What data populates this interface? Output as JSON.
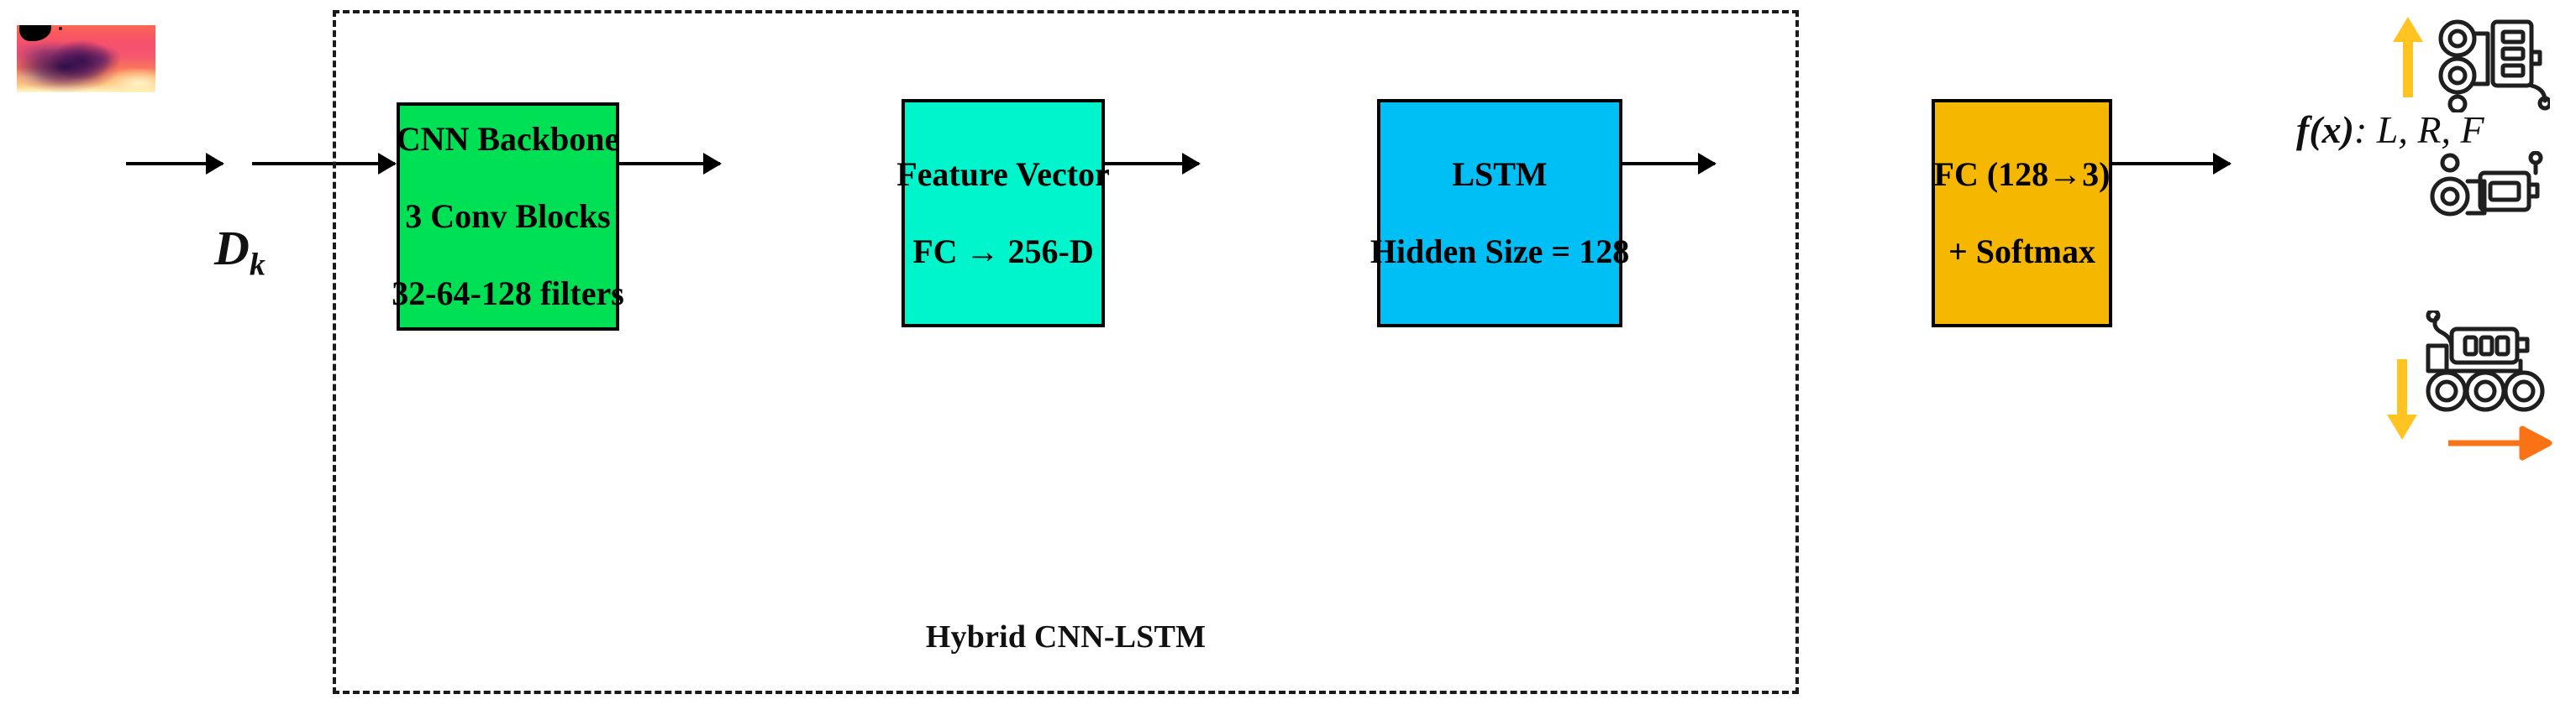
{
  "figure": {
    "caption": "Hybrid CNN-LSTM",
    "input_label_base": "D",
    "input_label_sub": "k",
    "input_thumbnail_name": "depth-map-thumbnail"
  },
  "pipeline": {
    "stages": [
      {
        "id": "cnn-backbone",
        "color": "#00E055",
        "lines": [
          "CNN Backbone",
          "3 Conv Blocks",
          "32-64-128 filters"
        ]
      },
      {
        "id": "feature-vector",
        "color": "#00F5CC",
        "lines": [
          "Feature Vector",
          "FC → 256-D"
        ]
      },
      {
        "id": "lstm",
        "color": "#00BFF5",
        "lines": [
          "LSTM",
          "Hidden Size = 128"
        ]
      },
      {
        "id": "fc-softmax",
        "color": "#F5B700",
        "lines": [
          "FC (128→3)",
          "+ Softmax"
        ]
      }
    ]
  },
  "output": {
    "function_label": "f(x)",
    "classes_label": ": L, R, F",
    "classes": [
      "L",
      "R",
      "F"
    ],
    "robots": [
      {
        "name": "robot-turn-left",
        "arrow": "up",
        "arrow_color": "#FFC421"
      },
      {
        "name": "robot-forward",
        "arrow": "forward",
        "arrow_color": "#F97316"
      },
      {
        "name": "robot-turn-right",
        "arrow": "down",
        "arrow_color": "#FFC421"
      }
    ]
  },
  "colors": {
    "stroke": "#000000",
    "dashed_border": "#1a1a1a",
    "background": "#ffffff",
    "yellow_arrow": "#FFC421",
    "orange_arrow": "#F97316"
  }
}
